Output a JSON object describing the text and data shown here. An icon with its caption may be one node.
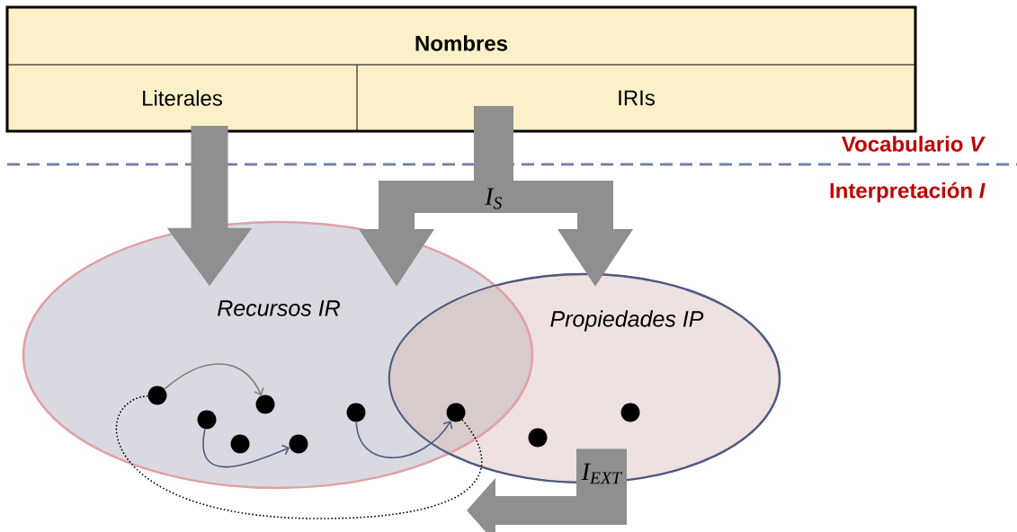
{
  "diagram": {
    "nodes": [
      {
        "text": [
          "Nombres"
        ]
      },
      {
        "text": [
          "Literales"
        ],
        "in": 0
      },
      {
        "text": [
          "IRIs"
        ],
        "in": 0
      },
      {
        "text": [
          "Recursos IR"
        ]
      },
      {
        "text": [
          "Propiedades IP"
        ]
      },
      {
        "text": [],
        "shape": "circle",
        "in": 3
      },
      {
        "text": [],
        "shape": "circle",
        "in": 3
      },
      {
        "text": [],
        "shape": "circle",
        "in": 3
      },
      {
        "text": [],
        "shape": "circle",
        "in": 3
      },
      {
        "text": [],
        "shape": "circle",
        "in": 3
      },
      {
        "text": [],
        "shape": "circle",
        "in": 3
      },
      {
        "text": [],
        "shape": "circle"
      },
      {
        "text": [],
        "shape": "circle",
        "in": 4
      },
      {
        "text": [],
        "shape": "circle",
        "in": 4
      }
    ],
    "edges": [
      {
        "from": 1,
        "to": 3,
        "arrow": "to",
        "style": "thick"
      },
      {
        "from": 2,
        "to": 3,
        "arrow": "to",
        "style": "thick",
        "label": "I$_{S}$"
      },
      {
        "from": 2,
        "to": 4,
        "arrow": "to",
        "style": "thick"
      },
      {
        "from": 4,
        "to": null,
        "arrow": "to",
        "style": "thick",
        "label": "I$_{EXT}$"
      },
      {
        "from": 5,
        "to": 8,
        "arrow": "to",
        "color": "#808080"
      },
      {
        "from": 6,
        "to": 9,
        "arrow": "to",
        "color": "#4f5a80"
      },
      {
        "from": 10,
        "to": 11,
        "arrow": "to",
        "color": "#4f5a80"
      },
      {
        "from": 11,
        "to": 5,
        "arrow": "none",
        "style": "dashed",
        "color": "#000000"
      }
    ],
    "labels": [
      "Vocabulario *V*",
      "Interpretación *I*"
    ]
  }
}
